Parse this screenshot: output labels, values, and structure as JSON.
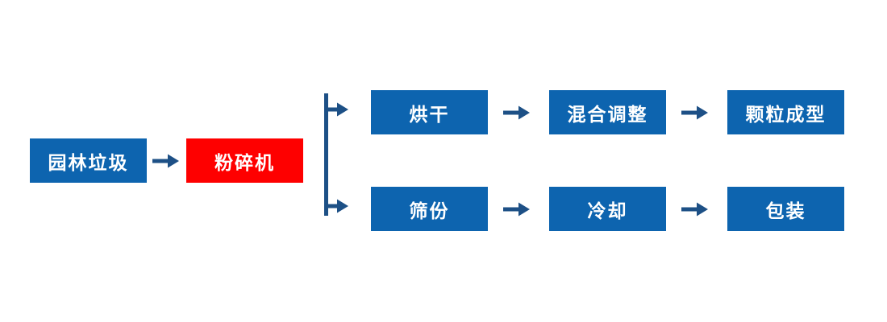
{
  "flowchart": {
    "source": {
      "label": "园林垃圾"
    },
    "crusher": {
      "label": "粉碎机"
    },
    "branches": [
      {
        "name": "top",
        "steps": [
          {
            "label": "烘干"
          },
          {
            "label": "混合调整"
          },
          {
            "label": "颗粒成型"
          }
        ]
      },
      {
        "name": "bottom",
        "steps": [
          {
            "label": "筛份"
          },
          {
            "label": "冷却"
          },
          {
            "label": "包装"
          }
        ]
      }
    ],
    "icons": {
      "arrow": "arrow-right",
      "arrow_glyph": "→"
    },
    "colors": {
      "process_box": "#0d64af",
      "highlight_box": "#fe0000",
      "connector": "#1d5086",
      "box_text": "#ffffff",
      "background": "#ffffff"
    }
  }
}
